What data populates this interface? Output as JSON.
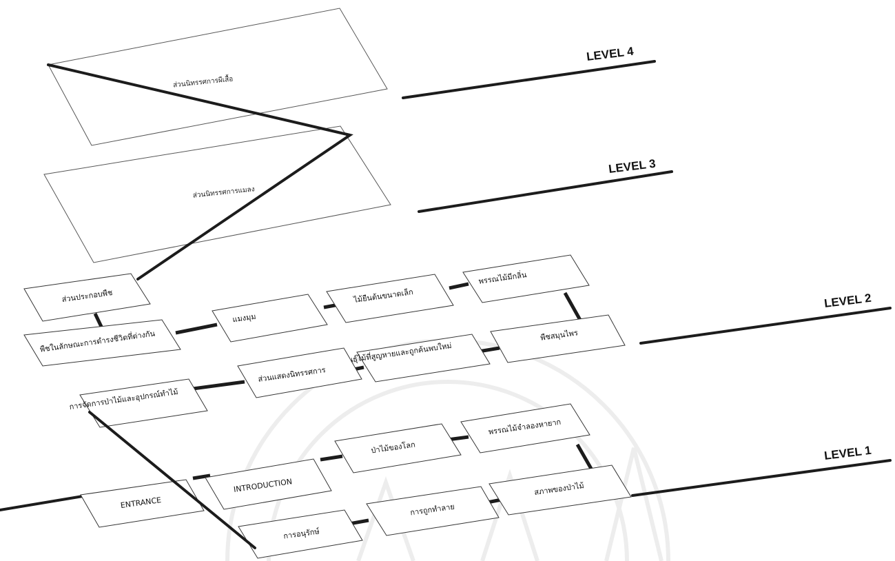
{
  "levels": [
    {
      "id": "level-4",
      "label": "LEVEL 4"
    },
    {
      "id": "level-3",
      "label": "LEVEL 3"
    },
    {
      "id": "level-2",
      "label": "LEVEL 2"
    },
    {
      "id": "level-1",
      "label": "LEVEL 1"
    }
  ],
  "planes": [
    {
      "id": "plane-level-4",
      "label": "ส่วนนิทรรศการผีเสื้อ"
    },
    {
      "id": "plane-level-3",
      "label": "ส่วนนิทรรศการแมลง"
    }
  ],
  "nodes": {
    "level2": [
      {
        "id": "plant-parts",
        "label": "ส่วนประกอบพืช"
      },
      {
        "id": "plant-lifestyles",
        "label": "พืชในลักษณะการดำรงชีวิตที่ต่างกัน"
      },
      {
        "id": "mangroves",
        "label": "แมงมุม"
      },
      {
        "id": "small-trees",
        "label": "ไม้ยืนต้นขนาดเล็ก"
      },
      {
        "id": "fragrant-flowers",
        "label": "พรรณไม้มีกลิ่น"
      },
      {
        "id": "herbs",
        "label": "พืชสมุนไพร"
      },
      {
        "id": "rare-species",
        "label": "พันธุ์ไม้ที่สูญหายและถูกค้นพบใหม่"
      },
      {
        "id": "exhibition-display",
        "label": "ส่วนแสดงนิทรรศการ"
      },
      {
        "id": "forest-management",
        "label": "การจัดการป่าไม้และอุปกรณ์ทำไม้"
      }
    ],
    "level1": [
      {
        "id": "entrance",
        "label": "ENTRANCE"
      },
      {
        "id": "introduction",
        "label": "INTRODUCTION"
      },
      {
        "id": "world-forests",
        "label": "ป่าไม้ของโลก"
      },
      {
        "id": "rare-plants",
        "label": "พรรณไม้จำลองหายาก"
      },
      {
        "id": "forest-condition",
        "label": "สภาพของป่าไม้"
      },
      {
        "id": "destruction",
        "label": "การถูกทำลาย"
      },
      {
        "id": "conservation",
        "label": "การอนุรักษ์"
      }
    ]
  }
}
